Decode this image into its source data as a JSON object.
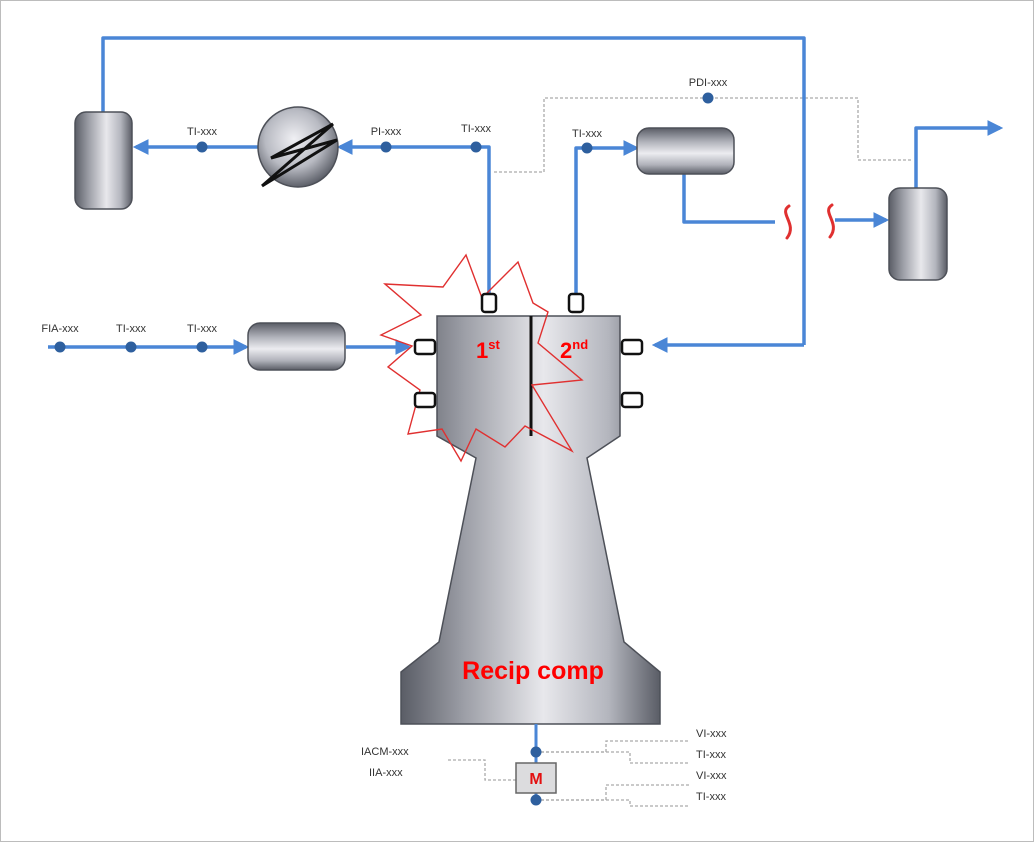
{
  "colors": {
    "process_line": "#4a86d6",
    "signal_line": "#aaaaaa",
    "instrument_dot": "#2e5f9e",
    "hazard": "#e03030",
    "label_red": "#ff0000",
    "equipment_dark": "#5a5d66",
    "equipment_light": "#e6e6ea",
    "frame_border": "#bcbcbc"
  },
  "instruments": {
    "ti_top_left": "TI-xxx",
    "pi_top": "PI-xxx",
    "ti_top_mid": "TI-xxx",
    "ti_second_discharge": "TI-xxx",
    "pdi": "PDI-xxx",
    "fia_inlet": "FIA-xxx",
    "ti_inlet_1": "TI-xxx",
    "ti_inlet_2": "TI-xxx",
    "iacm": "IACM-xxx",
    "iia": "IIA-xxx",
    "vi_1": "VI-xxx",
    "ti_motor_1": "TI-xxx",
    "vi_2": "VI-xxx",
    "ti_motor_2": "TI-xxx"
  },
  "compressor": {
    "label": "Recip comp",
    "stage1_main": "1",
    "stage1_sup": "st",
    "stage2_main": "2",
    "stage2_sup": "nd"
  },
  "motor": {
    "label": "M"
  },
  "icons": [
    "heat-exchanger-icon",
    "vessel-icon",
    "burst-hazard-icon",
    "break-symbol-icon",
    "motor-icon"
  ]
}
